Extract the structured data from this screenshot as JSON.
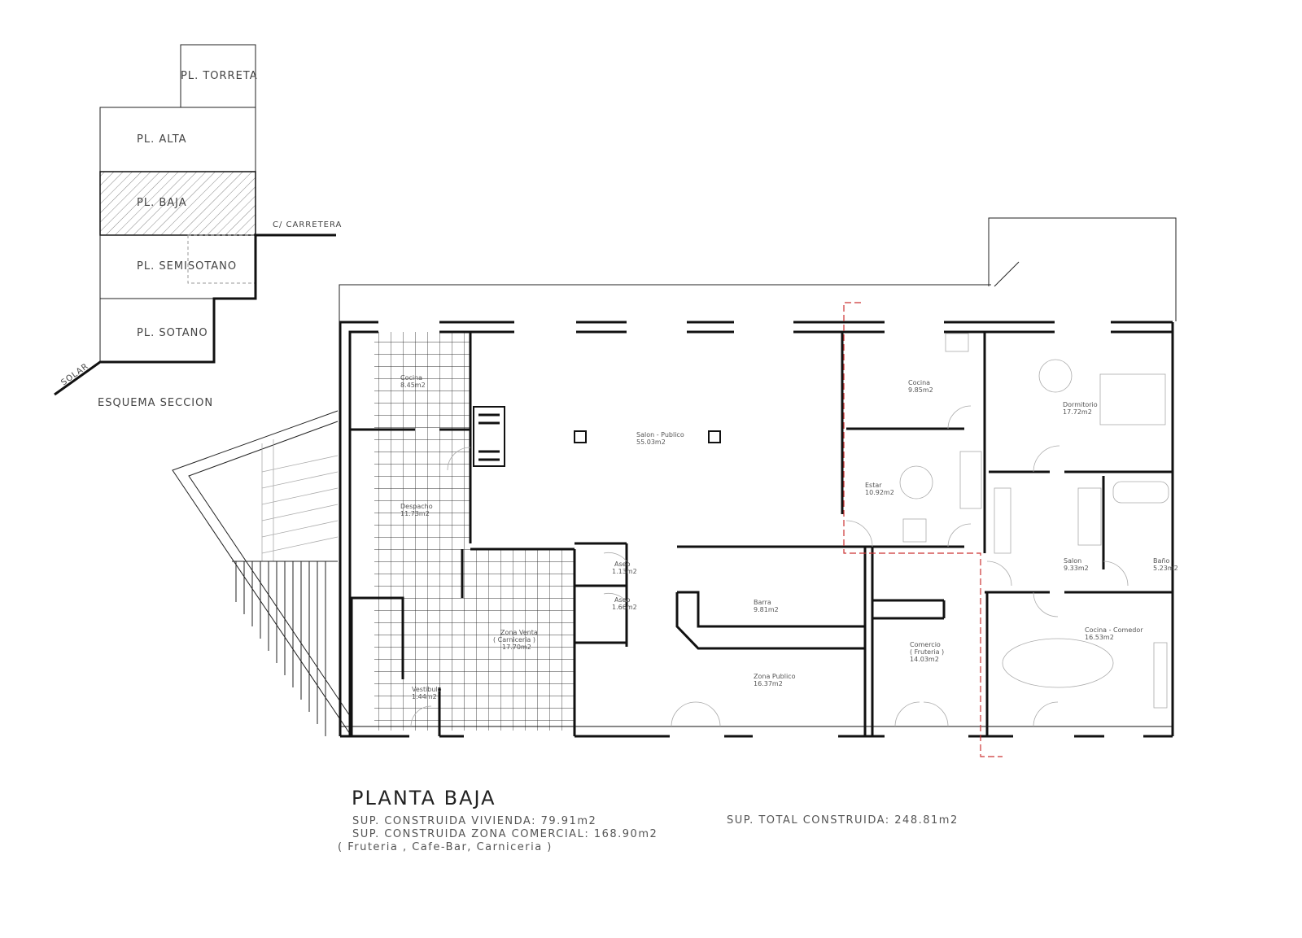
{
  "section_scheme": {
    "title": "ESQUEMA SECCION",
    "levels": [
      "PL. TORRETA",
      "PL. ALTA",
      "PL. BAJA",
      "PL. SEMISOTANO",
      "PL. SOTANO"
    ],
    "highlighted_level": "PL. BAJA",
    "street_label": "C/ CARRETERA",
    "lot_label": "SOLAR"
  },
  "rooms": [
    {
      "name": "Cocina",
      "area": "8.45m2"
    },
    {
      "name": "Salon - Publico",
      "area": "55.03m2"
    },
    {
      "name": "Despacho",
      "area": "11.73m2"
    },
    {
      "name": "Aseo",
      "area": "1.13m2"
    },
    {
      "name": "Aseo",
      "area": "1.66m2"
    },
    {
      "name": "Zona Venta",
      "name2": "( Carniceria )",
      "area": "17.70m2"
    },
    {
      "name": "Vestibulo",
      "area": "1.44m2"
    },
    {
      "name": "Barra",
      "area": "9.81m2"
    },
    {
      "name": "Zona Publico",
      "area": "16.37m2"
    },
    {
      "name": "Cocina",
      "area": "9.85m2"
    },
    {
      "name": "Dormitorio",
      "area": "17.72m2"
    },
    {
      "name": "Estar",
      "area": "10.92m2"
    },
    {
      "name": "Salon",
      "area": "9.33m2"
    },
    {
      "name": "Baño",
      "area": "5.23m2"
    },
    {
      "name": "Comercio",
      "name2": "( Fruteria )",
      "area": "14.03m2"
    },
    {
      "name": "Cocina - Comedor",
      "area": "16.53m2"
    }
  ],
  "footer": {
    "title": "PLANTA BAJA",
    "line1": "SUP. CONSTRUIDA VIVIENDA: 79.91m2",
    "line2": "SUP. CONSTRUIDA ZONA COMERCIAL: 168.90m2",
    "line3": "( Fruteria , Cafe-Bar, Carniceria )",
    "total": "SUP. TOTAL CONSTRUIDA: 248.81m2"
  },
  "colors": {
    "walls": "#111111",
    "boundary_dashed": "#cc3333",
    "hatch": "#777777"
  }
}
